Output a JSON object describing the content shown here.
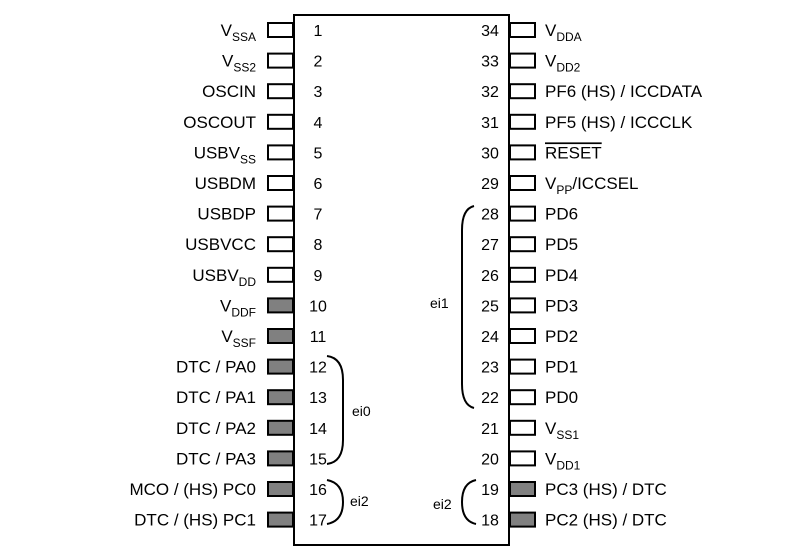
{
  "left_pins": [
    {
      "num": "1",
      "name": "V",
      "sub": "SSA",
      "shaded": false
    },
    {
      "num": "2",
      "name": "V",
      "sub": "SS2",
      "shaded": false
    },
    {
      "num": "3",
      "name": "OSCIN",
      "shaded": false
    },
    {
      "num": "4",
      "name": "OSCOUT",
      "shaded": false
    },
    {
      "num": "5",
      "name": "USBV",
      "sub": "SS",
      "shaded": false
    },
    {
      "num": "6",
      "name": "USBDM",
      "shaded": false
    },
    {
      "num": "7",
      "name": "USBDP",
      "shaded": false
    },
    {
      "num": "8",
      "name": "USBVCC",
      "shaded": false
    },
    {
      "num": "9",
      "name": "USBV",
      "sub": "DD",
      "shaded": false
    },
    {
      "num": "10",
      "name": "V",
      "sub": "DDF",
      "shaded": true
    },
    {
      "num": "11",
      "name": "V",
      "sub": "SSF",
      "shaded": true
    },
    {
      "num": "12",
      "name": "DTC / PA0",
      "shaded": true
    },
    {
      "num": "13",
      "name": "DTC / PA1",
      "shaded": true
    },
    {
      "num": "14",
      "name": "DTC / PA2",
      "shaded": true
    },
    {
      "num": "15",
      "name": "DTC / PA3",
      "shaded": true
    },
    {
      "num": "16",
      "name": "MCO / (HS) PC0",
      "shaded": true
    },
    {
      "num": "17",
      "name": "DTC / (HS) PC1",
      "shaded": true
    }
  ],
  "right_pins": [
    {
      "num": "34",
      "name": "V",
      "sub": "DDA",
      "shaded": false
    },
    {
      "num": "33",
      "name": "V",
      "sub": "DD2",
      "shaded": false
    },
    {
      "num": "32",
      "name": "PF6 (HS) / ICCDATA",
      "shaded": false
    },
    {
      "num": "31",
      "name": "PF5 (HS) / ICCCLK",
      "shaded": false
    },
    {
      "num": "30",
      "name": "RESET",
      "overline": true,
      "shaded": false
    },
    {
      "num": "29",
      "name": "V",
      "sub": "PP",
      "suffix": "/ICCSEL",
      "shaded": false
    },
    {
      "num": "28",
      "name": "PD6",
      "shaded": false
    },
    {
      "num": "27",
      "name": "PD5",
      "shaded": false
    },
    {
      "num": "26",
      "name": "PD4",
      "shaded": false
    },
    {
      "num": "25",
      "name": "PD3",
      "shaded": false
    },
    {
      "num": "24",
      "name": "PD2",
      "shaded": false
    },
    {
      "num": "23",
      "name": "PD1",
      "shaded": false
    },
    {
      "num": "22",
      "name": "PD0",
      "shaded": false
    },
    {
      "num": "21",
      "name": "V",
      "sub": "SS1",
      "shaded": false
    },
    {
      "num": "20",
      "name": "V",
      "sub": "DD1",
      "shaded": false
    },
    {
      "num": "19",
      "name": "PC3 (HS) / DTC",
      "shaded": true
    },
    {
      "num": "18",
      "name": "PC2 (HS) / DTC",
      "shaded": true
    }
  ],
  "groups": {
    "ei0": "ei0",
    "ei1": "ei1",
    "ei2_left": "ei2",
    "ei2_right": "ei2"
  },
  "colors": {
    "shaded_pin": "#808080",
    "outline": "#000000"
  }
}
